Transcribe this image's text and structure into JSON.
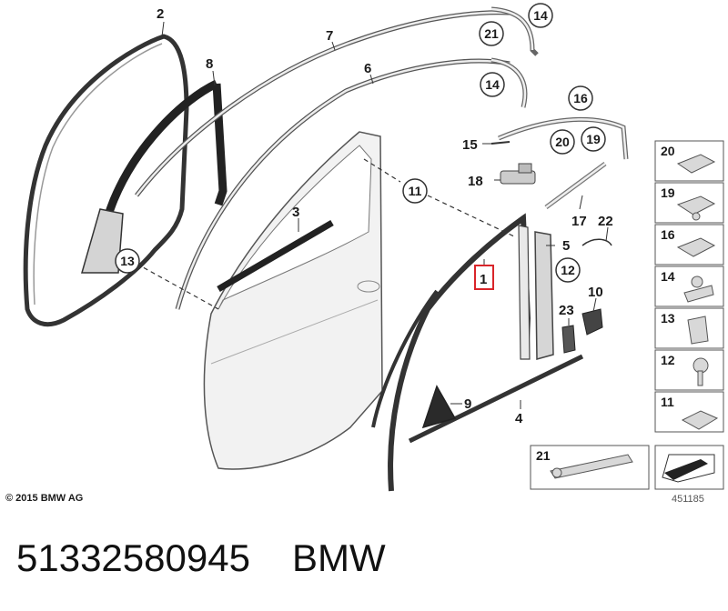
{
  "copyright": "© 2015 BMW AG",
  "drawing_number": "451185",
  "part_number": "51332580945",
  "brand": "BMW",
  "highlighted_callout": "1",
  "callouts": {
    "c1": "1",
    "c2": "2",
    "c3": "3",
    "c4": "4",
    "c5": "5",
    "c6": "6",
    "c7": "7",
    "c8": "8",
    "c9": "9",
    "c10": "10",
    "c11": "11",
    "c12": "12",
    "c13": "13",
    "c14a": "14",
    "c14b": "14",
    "c15": "15",
    "c16": "16",
    "c17": "17",
    "c18": "18",
    "c19": "19",
    "c20": "20",
    "c21": "21",
    "c22": "22",
    "c23": "23"
  },
  "legend": [
    "20",
    "19",
    "16",
    "14",
    "13",
    "12",
    "11"
  ],
  "legend_wide": "21",
  "colors": {
    "highlight": "#d9252a",
    "line": "#333333",
    "part_fill": "#e6e6e6"
  }
}
